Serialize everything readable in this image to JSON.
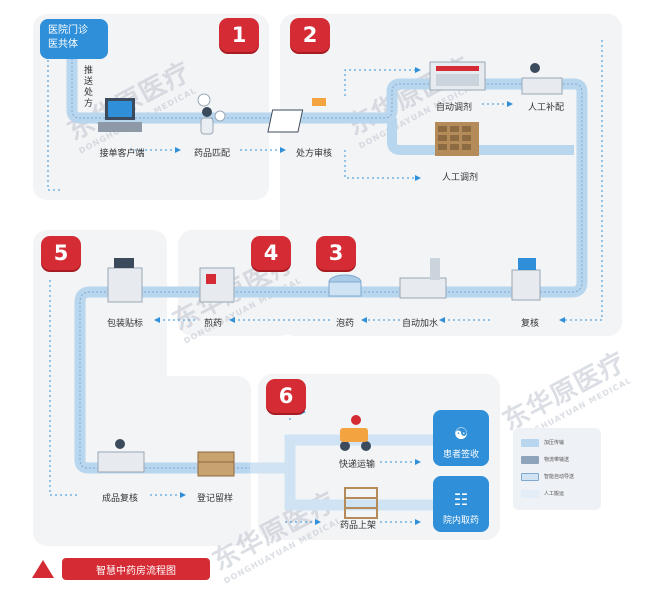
{
  "badges": [
    "1",
    "2",
    "3",
    "4",
    "5",
    "6"
  ],
  "start": {
    "line1": "医院门诊",
    "line2": "医共体"
  },
  "push_label": "推送处方",
  "steps": {
    "client": "接单客户端",
    "match": "药品匹配",
    "review": "处方审核",
    "auto_dispense": "自动调剂",
    "manual_replenish": "人工补配",
    "manual_dispense": "人工调剂",
    "recheck": "复核",
    "auto_water": "自动加水",
    "soak": "泡药",
    "decoct": "煎药",
    "package": "包装贴标",
    "final_check": "成品复核",
    "register": "登记留样",
    "express": "快递运输",
    "shelf": "药品上架",
    "patient_receive": "患者签收",
    "pickup": "院内取药"
  },
  "legend": [
    "加压传输",
    "物流带输送",
    "智能自动导送",
    "人工搬运"
  ],
  "title": "智慧中药房流程图",
  "watermark": {
    "cn": "东华原医疗",
    "en": "DONGHUAYUAN MEDICAL"
  },
  "colors": {
    "red": "#d52b34",
    "blue": "#2f8fd8",
    "belt": "#b9d6ef",
    "belt_edge": "#7fa9cf",
    "panel": "#f3f4f6"
  }
}
